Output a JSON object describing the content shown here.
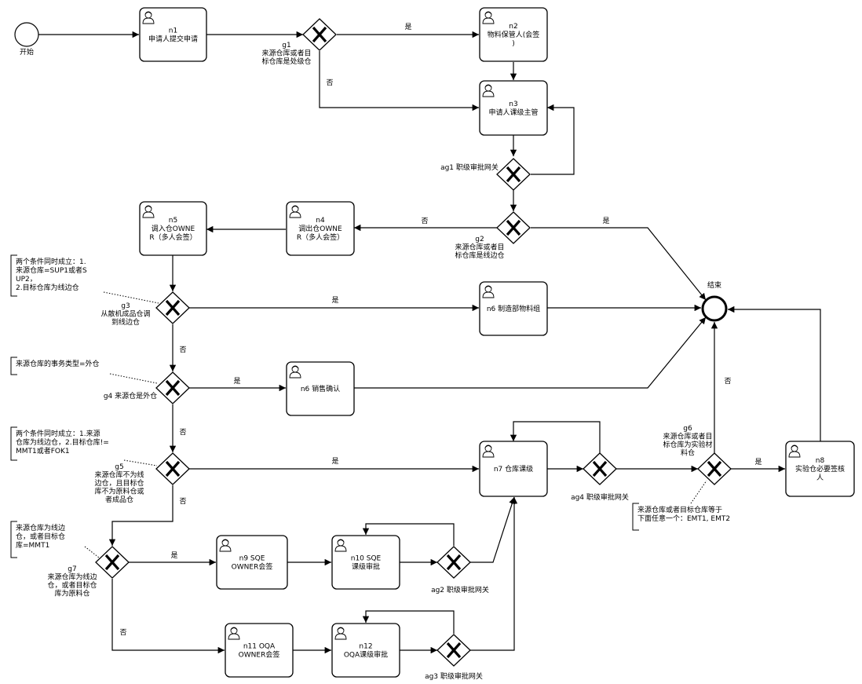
{
  "events": {
    "start_label": "开始",
    "end_label": "结束"
  },
  "tasks": {
    "n1": [
      "n1",
      "申请人提交申请"
    ],
    "n2": [
      "n2",
      "物料保管人(会签",
      ")"
    ],
    "n3": [
      "n3",
      "申请人课级主管"
    ],
    "n4": [
      "n4",
      "调出仓OWNE",
      "R（多人会签）"
    ],
    "n5": [
      "n5",
      "调入仓OWNE",
      "R（多人会签）"
    ],
    "n6a": [
      "n6 制造部物料组"
    ],
    "n6b": [
      "n6 销售确认"
    ],
    "n7": [
      "n7 仓库课级"
    ],
    "n8": [
      "n8",
      "实验仓必要签核",
      "人"
    ],
    "n9": [
      "n9 SQE",
      "OWNER会签"
    ],
    "n10": [
      "n10 SQE",
      "课级审批"
    ],
    "n11": [
      "n11 OQA",
      "OWNER会签"
    ],
    "n12": [
      "n12",
      "OQA课级审批"
    ]
  },
  "gateways": {
    "g1": [
      "g1",
      "来源仓库或者目",
      "标仓库是处级仓"
    ],
    "ag1": [
      "ag1 职级审批网关"
    ],
    "g2": [
      "g2",
      "来源仓库或者目",
      "标仓库是线边仓"
    ],
    "g3": [
      "g3",
      "从散机成品仓调",
      "到线边仓"
    ],
    "g4": [
      "g4 来源仓是外仓"
    ],
    "g5": [
      "g5",
      "来源仓库不为线",
      "边仓，且目标仓",
      "库不为原料仓或",
      "者成品仓"
    ],
    "ag4": [
      "ag4 职级审批网关"
    ],
    "g6": [
      "g6",
      "来源仓库或者目",
      "标仓库为实验材",
      "料仓"
    ],
    "g7": [
      "g7",
      "来源仓库为线边",
      "仓，或者目标仓",
      "库为原料仓"
    ],
    "ag2": [
      "ag2 职级审批网关"
    ],
    "ag3": [
      "ag3 职级审批网关"
    ]
  },
  "edges": {
    "yes": "是",
    "no": "否"
  },
  "annotations": {
    "a1": [
      "两个条件同时成立：1.",
      "来源仓库=SUP1或者S",
      "UP2，",
      "2.目标仓库为线边仓"
    ],
    "a2": [
      "来源仓库的事务类型=外仓"
    ],
    "a3": [
      "两个条件同时成立：1.来源",
      "仓库为线边仓，2.目标仓库!=",
      "MMT1或者FOK1"
    ],
    "a4": [
      "来源仓库为线边",
      "仓，或者目标仓",
      "库=MMT1"
    ],
    "a5": [
      "来源仓库或者目标仓库等于",
      "下面任意一个：EMT1, EMT2"
    ]
  }
}
